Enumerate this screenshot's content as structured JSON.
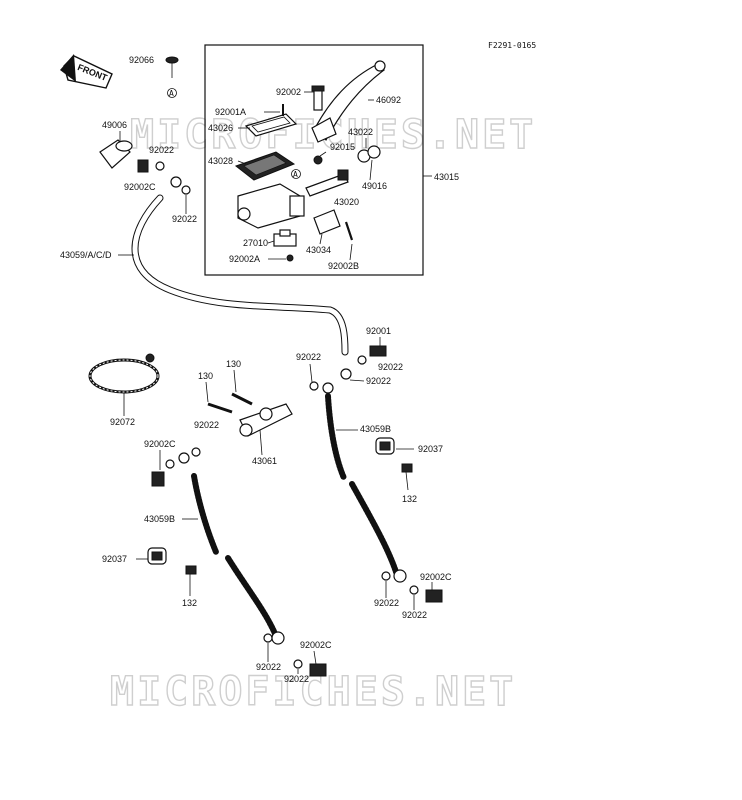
{
  "figure_code": "F2291-0165",
  "front_label": "FRONT",
  "watermark": "MICROFICHES.NET",
  "ref_a": "A",
  "labels": {
    "p92066": "92066",
    "p49006": "49006",
    "p92022_a": "92022",
    "p92002c_a": "92002C",
    "p92022_b": "92022",
    "p43059acd": "43059/A/C/D",
    "p92002": "92002",
    "p46092": "46092",
    "p92001a": "92001A",
    "p43026": "43026",
    "p43022_top": "43022",
    "p92015": "92015",
    "p43028": "43028",
    "p49016": "49016",
    "p43015": "43015",
    "p43020": "43020",
    "p27010": "27010",
    "p43034": "43034",
    "p92002a": "92002A",
    "p92002b": "92002B",
    "p92001": "92001",
    "p92022_c": "92022",
    "p92022_d": "92022",
    "p92022_e": "92022",
    "p130_a": "130",
    "p130_b": "130",
    "p92072": "92072",
    "p92022_f": "92022",
    "p92002c_b": "92002C",
    "p43059b_r": "43059B",
    "p43061": "43061",
    "p92037_r": "92037",
    "p132_r": "132",
    "p43059b_l": "43059B",
    "p92037_l": "92037",
    "p132_l": "132",
    "p92002c_c": "92002C",
    "p92022_g": "92022",
    "p92022_h": "92022",
    "p92002c_d": "92002C",
    "p92022_i": "92022",
    "p92022_j": "92022"
  }
}
